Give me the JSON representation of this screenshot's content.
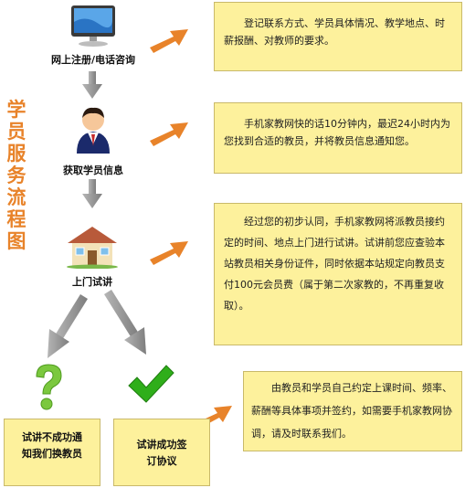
{
  "side_title": [
    "学",
    "员",
    "服",
    "务",
    "流",
    "程",
    "图"
  ],
  "steps": [
    {
      "label": "网上注册/电话咨询",
      "icon": "computer-icon"
    },
    {
      "label": "获取学员信息",
      "icon": "person-icon"
    },
    {
      "label": "上门试讲",
      "icon": "house-icon"
    }
  ],
  "descriptions": [
    "登记联系方式、学员具体情况、教学地点、时薪报酬、对教师的要求。",
    "手机家教网快的话10分钟内，最迟24小时内为您找到合适的教员，并将教员信息通知您。",
    "经过您的初步认同，手机家教网将派教员接约定的时间、地点上门进行试讲。试讲前您应查验本站教员相关身份证件，同时依据本站规定向教员支付100元会员费（属于第二次家教的，不再重复收取）。",
    "由教员和学员自己约定上课时间、频率、薪酬等具体事项并签约，如需要手机家教网协调，请及时联系我们。"
  ],
  "outcomes": {
    "fail": {
      "label": "试讲不成功通知我们换教员",
      "icon": "question-mark-icon"
    },
    "success": {
      "label": "试讲成功签订协议",
      "icon": "checkmark-icon"
    }
  },
  "colors": {
    "accent": "#e8832a",
    "box_fill": "#fdf19c",
    "arrow_gray": "#8f8f8f",
    "check_green": "#2fae1a"
  }
}
